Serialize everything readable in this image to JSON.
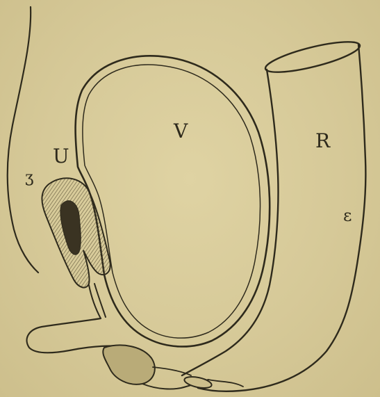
{
  "figure": {
    "labels": {
      "uterus": "U",
      "vesicle": "V",
      "rectum": "R",
      "mark_left": "ʒ",
      "mark_right": "ε"
    },
    "colors": {
      "paper": "#d6c998",
      "ink": "#2e2a1c",
      "shade": "#8a7d55"
    }
  }
}
